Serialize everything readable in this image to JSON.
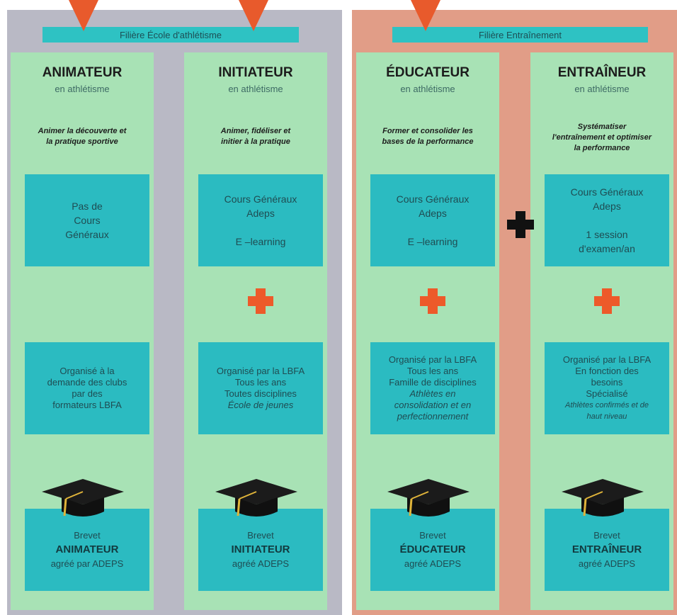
{
  "filieres": [
    {
      "title": "Filière École d'athlétisme"
    },
    {
      "title": "Filière Entraînement"
    }
  ],
  "columns": [
    {
      "title": "ANIMATEUR",
      "subtitle": "en athlétisme",
      "description": "Animer la découverte et\nla pratique sportive",
      "cours": "Pas de\nCours\nGénéraux",
      "org_lines": [
        "Organisé à la",
        "demande des clubs",
        "par des",
        "formateurs LBFA"
      ],
      "org_italic": [],
      "brevet_label": "Brevet",
      "brevet_title": "ANIMATEUR",
      "brevet_agree": "agréé par ADEPS"
    },
    {
      "title": "INITIATEUR",
      "subtitle": "en athlétisme",
      "description": "Animer, fidéliser et\ninitier à la pratique",
      "cours": "Cours Généraux\nAdeps\n\nE –learning",
      "org_lines": [
        "Organisé par la LBFA",
        "Tous les ans",
        "Toutes disciplines"
      ],
      "org_italic": [
        "École de jeunes"
      ],
      "brevet_label": "Brevet",
      "brevet_title": "INITIATEUR",
      "brevet_agree": "agréé ADEPS"
    },
    {
      "title": "ÉDUCATEUR",
      "subtitle": "en athlétisme",
      "description": "Former et consolider les\nbases de la performance",
      "cours": "Cours Généraux\nAdeps\n\nE –learning",
      "org_lines": [
        "Organisé par la LBFA",
        "Tous les ans",
        "Famille de disciplines"
      ],
      "org_italic": [
        "Athlètes en",
        "consolidation et en",
        "perfectionnement"
      ],
      "brevet_label": "Brevet",
      "brevet_title": "ÉDUCATEUR",
      "brevet_agree": "agréé ADEPS"
    },
    {
      "title": "ENTRAÎNEUR",
      "subtitle": "en athlétisme",
      "description": "Systématiser\nl'entraînement et optimiser\nla performance",
      "cours": "Cours Généraux\nAdeps\n\n1 session\nd'examen/an",
      "org_lines": [
        "Organisé par la LBFA",
        "En fonction des",
        "besoins",
        "Spécialisé"
      ],
      "org_italic": [
        "Athlètes confirmés et de",
        "haut niveau"
      ],
      "brevet_label": "Brevet",
      "brevet_title": "ENTRAÎNEUR",
      "brevet_agree": "agréé ADEPS"
    }
  ],
  "colors": {
    "ecole_bg": "#b9b9c5",
    "entrainement_bg": "#e19d87",
    "column_bg": "#a8e2b5",
    "box_bg": "#2bbbc1",
    "accent_orange": "#e85a2c",
    "black": "#111111"
  },
  "icons": [
    "graduation-cap-icon",
    "plus-icon",
    "triangle-arrow-icon"
  ]
}
